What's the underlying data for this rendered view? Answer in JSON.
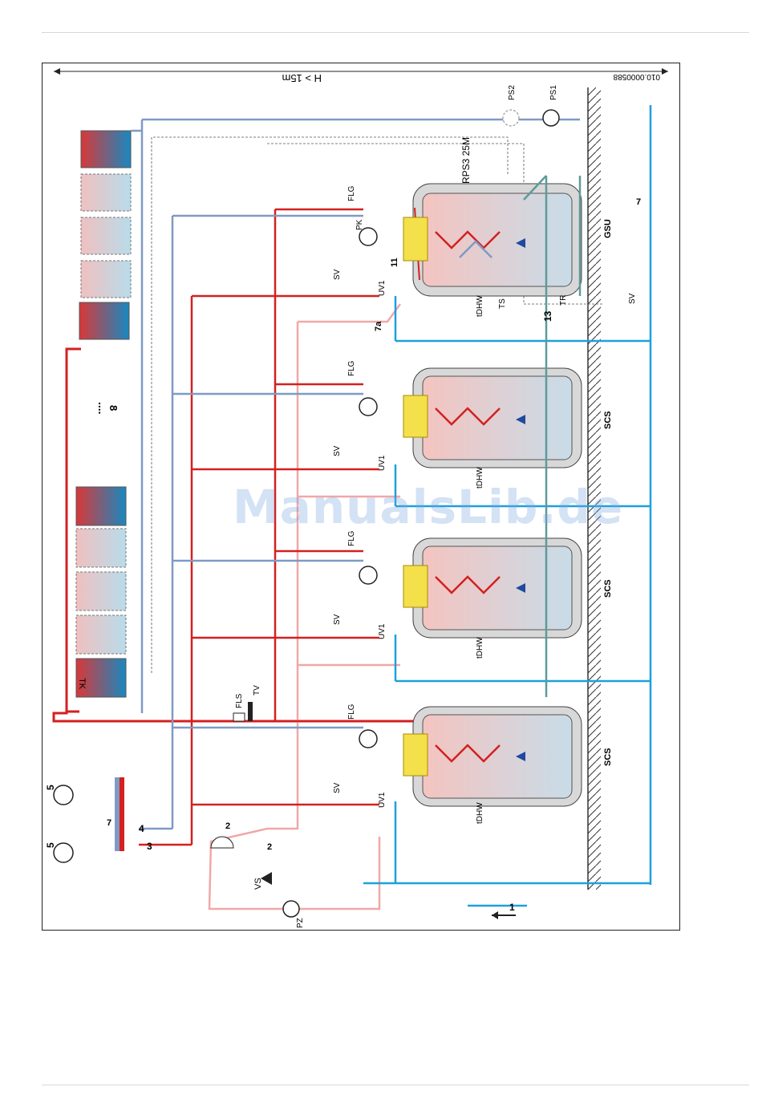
{
  "diagram": {
    "doc_code": "010.0000588",
    "height_note": "H > 15m",
    "model_label": "RPS3 25M",
    "flow_arrow_label": "1",
    "labels": {
      "sv": "SV",
      "flg": "FLG",
      "uv1": "UV1",
      "tv": "tV",
      "pk": "PK",
      "tdhw": "tDHW",
      "ts": "TS",
      "tr": "TR",
      "tk": "TK",
      "ps1": "PS1",
      "ps2": "PS2",
      "pz": "PZ",
      "vs": "VS",
      "fls": "FLS",
      "tv_sensor": "TV",
      "gsu": "GSU",
      "scs": "SCS",
      "n2": "2",
      "n3": "3",
      "n4": "4",
      "n5": "5",
      "n7": "7",
      "n7a": "7a",
      "n8": "8",
      "n11": "11",
      "n13": "13",
      "dots": "...."
    },
    "colors": {
      "supply_red": "#d42020",
      "return_blue": "#7f9ac4",
      "water_cyan": "#1ea0dc",
      "circulation_pink": "#f0a8a8",
      "solar_gradient_red": "#d83838",
      "solar_gradient_blue": "#1888c0",
      "teal_line": "#5f9a9a"
    }
  },
  "watermark": "ManualsLib.de"
}
